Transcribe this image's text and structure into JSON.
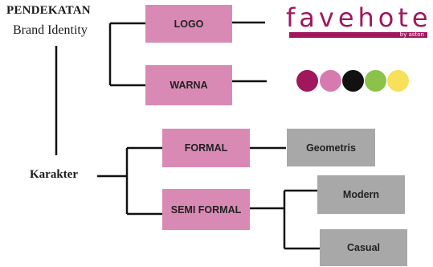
{
  "title": {
    "main": "PENDEKATAN",
    "sub": "Brand Identity"
  },
  "karakter_label": "Karakter",
  "boxes": {
    "logo": "LOGO",
    "warna": "WARNA",
    "formal": "FORMAL",
    "semi_formal": "SEMI FORMAL",
    "geometris": "Geometris",
    "modern": "Modern",
    "casual": "Casual"
  },
  "brand_logo": {
    "name": "favehotel",
    "tagline": "by aston",
    "color": "#a0175d"
  },
  "palette": [
    "#a0175d",
    "#d77ab0",
    "#111111",
    "#8bc34a",
    "#f7e05a"
  ],
  "colors": {
    "pink_box": "#d98ab4",
    "gray_box": "#a8a8a8",
    "line": "#111111"
  }
}
